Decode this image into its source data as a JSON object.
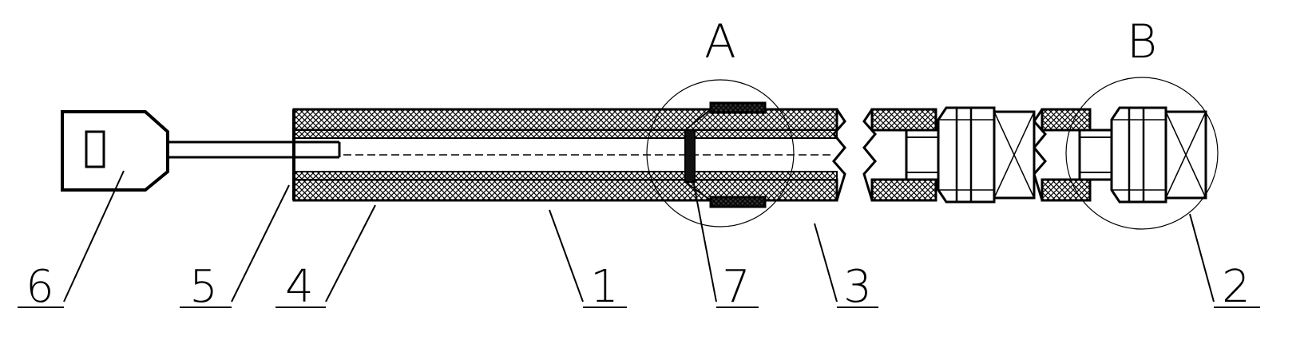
{
  "drawing": {
    "detail_labels": {
      "a": "A",
      "b": "B"
    },
    "part_labels": {
      "p6": "6",
      "p5": "5",
      "p4": "4",
      "p1": "1",
      "p7": "7",
      "p3": "3",
      "p2": "2"
    },
    "colors": {
      "ink": "#000000",
      "paper": "#ffffff"
    }
  }
}
